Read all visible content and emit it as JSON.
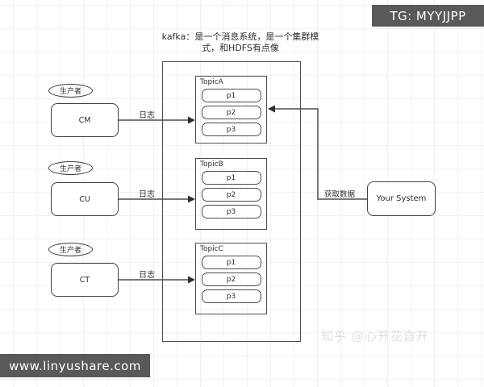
{
  "overlays": {
    "top_banner": "TG: MYYJJPP",
    "bottom_banner": "www.linyushare.com",
    "watermark": "知乎 @心开花自开"
  },
  "title": {
    "line1": "kafka：是一个消息系统，是一个集群模",
    "line2": "式，和HDFS有点像"
  },
  "producers": [
    {
      "role": "生产者",
      "name": "CM",
      "edge_label": "日志"
    },
    {
      "role": "生产者",
      "name": "CU",
      "edge_label": "日志"
    },
    {
      "role": "生产者",
      "name": "CT",
      "edge_label": "日志"
    }
  ],
  "topics": [
    {
      "name": "TopicA",
      "partitions": [
        "p1",
        "p2",
        "p3"
      ]
    },
    {
      "name": "TopicB",
      "partitions": [
        "p1",
        "p2",
        "p3"
      ]
    },
    {
      "name": "TopicC",
      "partitions": [
        "p1",
        "p2",
        "p3"
      ]
    }
  ],
  "consumer": {
    "name": "Your System",
    "edge_label": "获取数据"
  },
  "colors": {
    "banner_bg": "#595959",
    "line": "#4d4d4d",
    "watermark": "#e0dedc"
  }
}
